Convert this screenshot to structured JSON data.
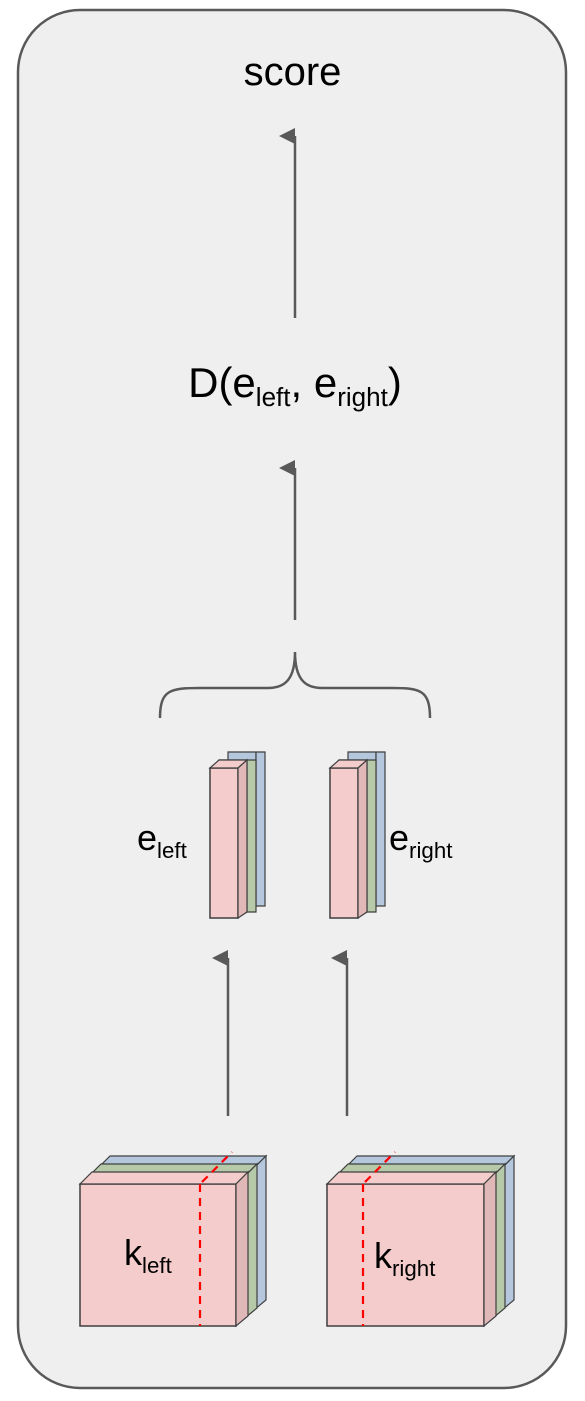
{
  "labels": {
    "score": "score",
    "formula": {
      "prefix": "D(e",
      "sub_left": "left",
      "mid": ", e",
      "sub_right": "right",
      "suffix": ")"
    },
    "e_left": {
      "base": "e",
      "sub": "left"
    },
    "e_right": {
      "base": "e",
      "sub": "right"
    },
    "k_left": {
      "base": "k",
      "sub": "left"
    },
    "k_right": {
      "base": "k",
      "sub": "right"
    }
  },
  "colors": {
    "panel_fill": "#efefef",
    "panel_stroke": "#595959",
    "arrow": "#595959",
    "pink": "#f4cccc",
    "green": "#b6c9a8",
    "blue": "#b4c7dc",
    "block_stroke": "#3f3f3f",
    "dashed_line": "#ff0000"
  }
}
